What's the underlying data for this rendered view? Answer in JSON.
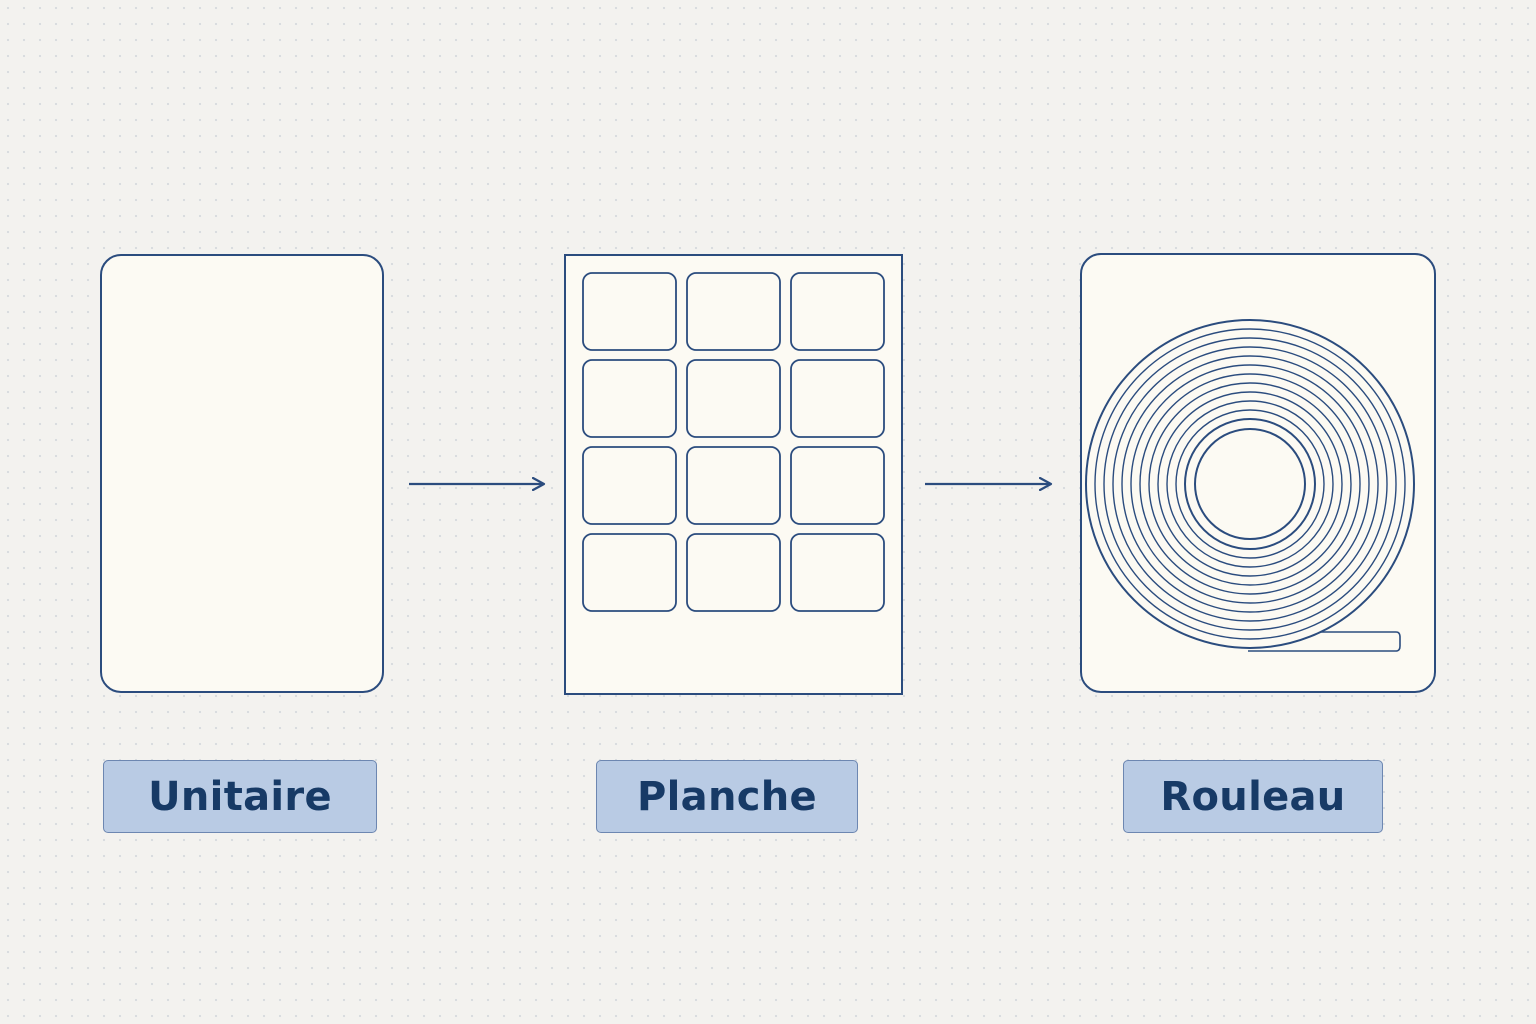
{
  "colors": {
    "background": "#f3f2ef",
    "panel_fill": "#fcfaf3",
    "stroke": "#2b4c7e",
    "label_fill": "#b9cbe4",
    "label_border": "#6d87b1",
    "label_text": "#173a66"
  },
  "stages": [
    {
      "id": "unitaire",
      "label": "Unitaire",
      "icon": "single-label-icon"
    },
    {
      "id": "planche",
      "label": "Planche",
      "icon": "label-sheet-icon",
      "grid": {
        "columns": 3,
        "rows": 4
      }
    },
    {
      "id": "rouleau",
      "label": "Rouleau",
      "icon": "label-roll-icon",
      "roll_rings": 12
    }
  ],
  "connectors": [
    {
      "from": "unitaire",
      "to": "planche",
      "icon": "arrow-right-icon"
    },
    {
      "from": "planche",
      "to": "rouleau",
      "icon": "arrow-right-icon"
    }
  ]
}
